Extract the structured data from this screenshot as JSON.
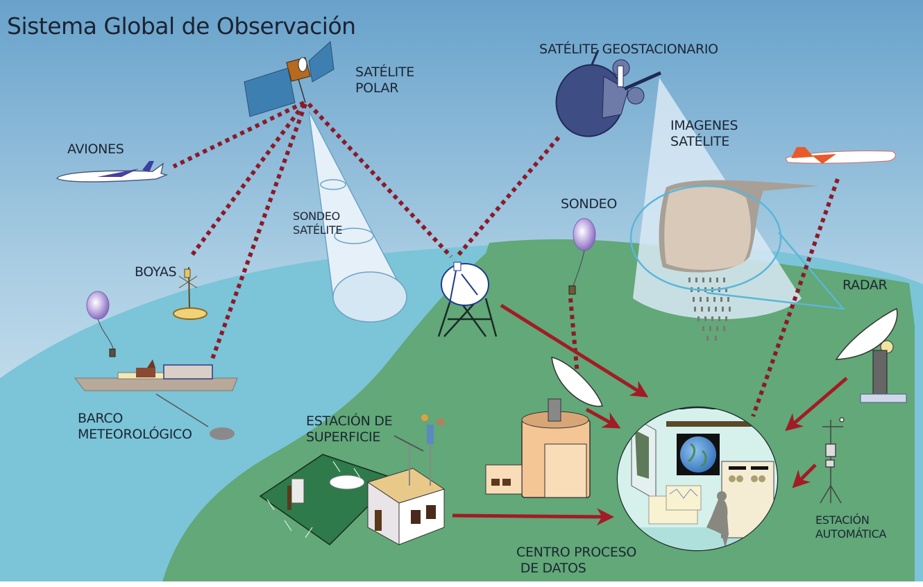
{
  "title": "Sistema Global de Observación",
  "colors": {
    "sky_top": "#6aa3cc",
    "sky_bottom": "#d6e8f2",
    "ocean": "#7cc4d8",
    "land": "#62a878",
    "link_dotted": "#8b1a28",
    "arrow": "#a11c26",
    "beam": "#e8f1f8"
  },
  "labels": {
    "satelite_polar": "SATÉLITE\nPOLAR",
    "satelite_geo": "SATÉLITE GEOSTACIONARIO",
    "aviones": "AVIONES",
    "imagenes_satelite": "IMAGENES\nSATÉLITE",
    "sondeo_satelite": "SONDEO\nSATÉLITE",
    "sondeo": "SONDEO",
    "boyas": "BOYAS",
    "radar": "RADAR",
    "barco": "BARCO\nMETEOROLÓGICO",
    "estacion_superficie": "ESTACIÓN DE\nSUPERFICIE",
    "estacion_automatica": "ESTACIÓN\nAUTOMÁTICA",
    "centro_proceso": "CENTRO PROCESO\n DE DATOS"
  },
  "nodes": [
    {
      "id": "satelite_polar",
      "label": "SATÉLITE POLAR"
    },
    {
      "id": "satelite_geo",
      "label": "SATÉLITE GEOSTACIONARIO"
    },
    {
      "id": "aviones",
      "label": "AVIONES"
    },
    {
      "id": "avion_2",
      "label": ""
    },
    {
      "id": "boyas",
      "label": "BOYAS"
    },
    {
      "id": "barco",
      "label": "BARCO METEOROLÓGICO"
    },
    {
      "id": "sondeo",
      "label": "SONDEO"
    },
    {
      "id": "estacion_terrena",
      "label": ""
    },
    {
      "id": "radar",
      "label": "RADAR"
    },
    {
      "id": "estacion_superficie",
      "label": "ESTACIÓN DE SUPERFICIE"
    },
    {
      "id": "estacion_automatica",
      "label": "ESTACIÓN AUTOMÁTICA"
    },
    {
      "id": "centro_proceso",
      "label": "CENTRO PROCESO DE DATOS"
    }
  ],
  "links": [
    {
      "from": "satelite_polar",
      "to": "aviones",
      "style": "dotted"
    },
    {
      "from": "satelite_polar",
      "to": "boyas",
      "style": "dotted"
    },
    {
      "from": "satelite_polar",
      "to": "barco",
      "style": "dotted"
    },
    {
      "from": "satelite_polar",
      "to": "estacion_terrena",
      "style": "dotted"
    },
    {
      "from": "satelite_geo",
      "to": "estacion_terrena",
      "style": "dotted"
    },
    {
      "from": "sondeo",
      "to": "estacion_receptora",
      "style": "dotted"
    },
    {
      "from": "avion_2",
      "to": "centro_proceso",
      "style": "dotted"
    },
    {
      "from": "estacion_terrena",
      "to": "centro_proceso",
      "style": "arrow"
    },
    {
      "from": "estacion_receptora",
      "to": "centro_proceso",
      "style": "arrow"
    },
    {
      "from": "radar",
      "to": "centro_proceso",
      "style": "arrow"
    },
    {
      "from": "estacion_automatica",
      "to": "centro_proceso",
      "style": "arrow"
    },
    {
      "from": "estacion_superficie",
      "to": "centro_proceso",
      "style": "arrow"
    }
  ]
}
